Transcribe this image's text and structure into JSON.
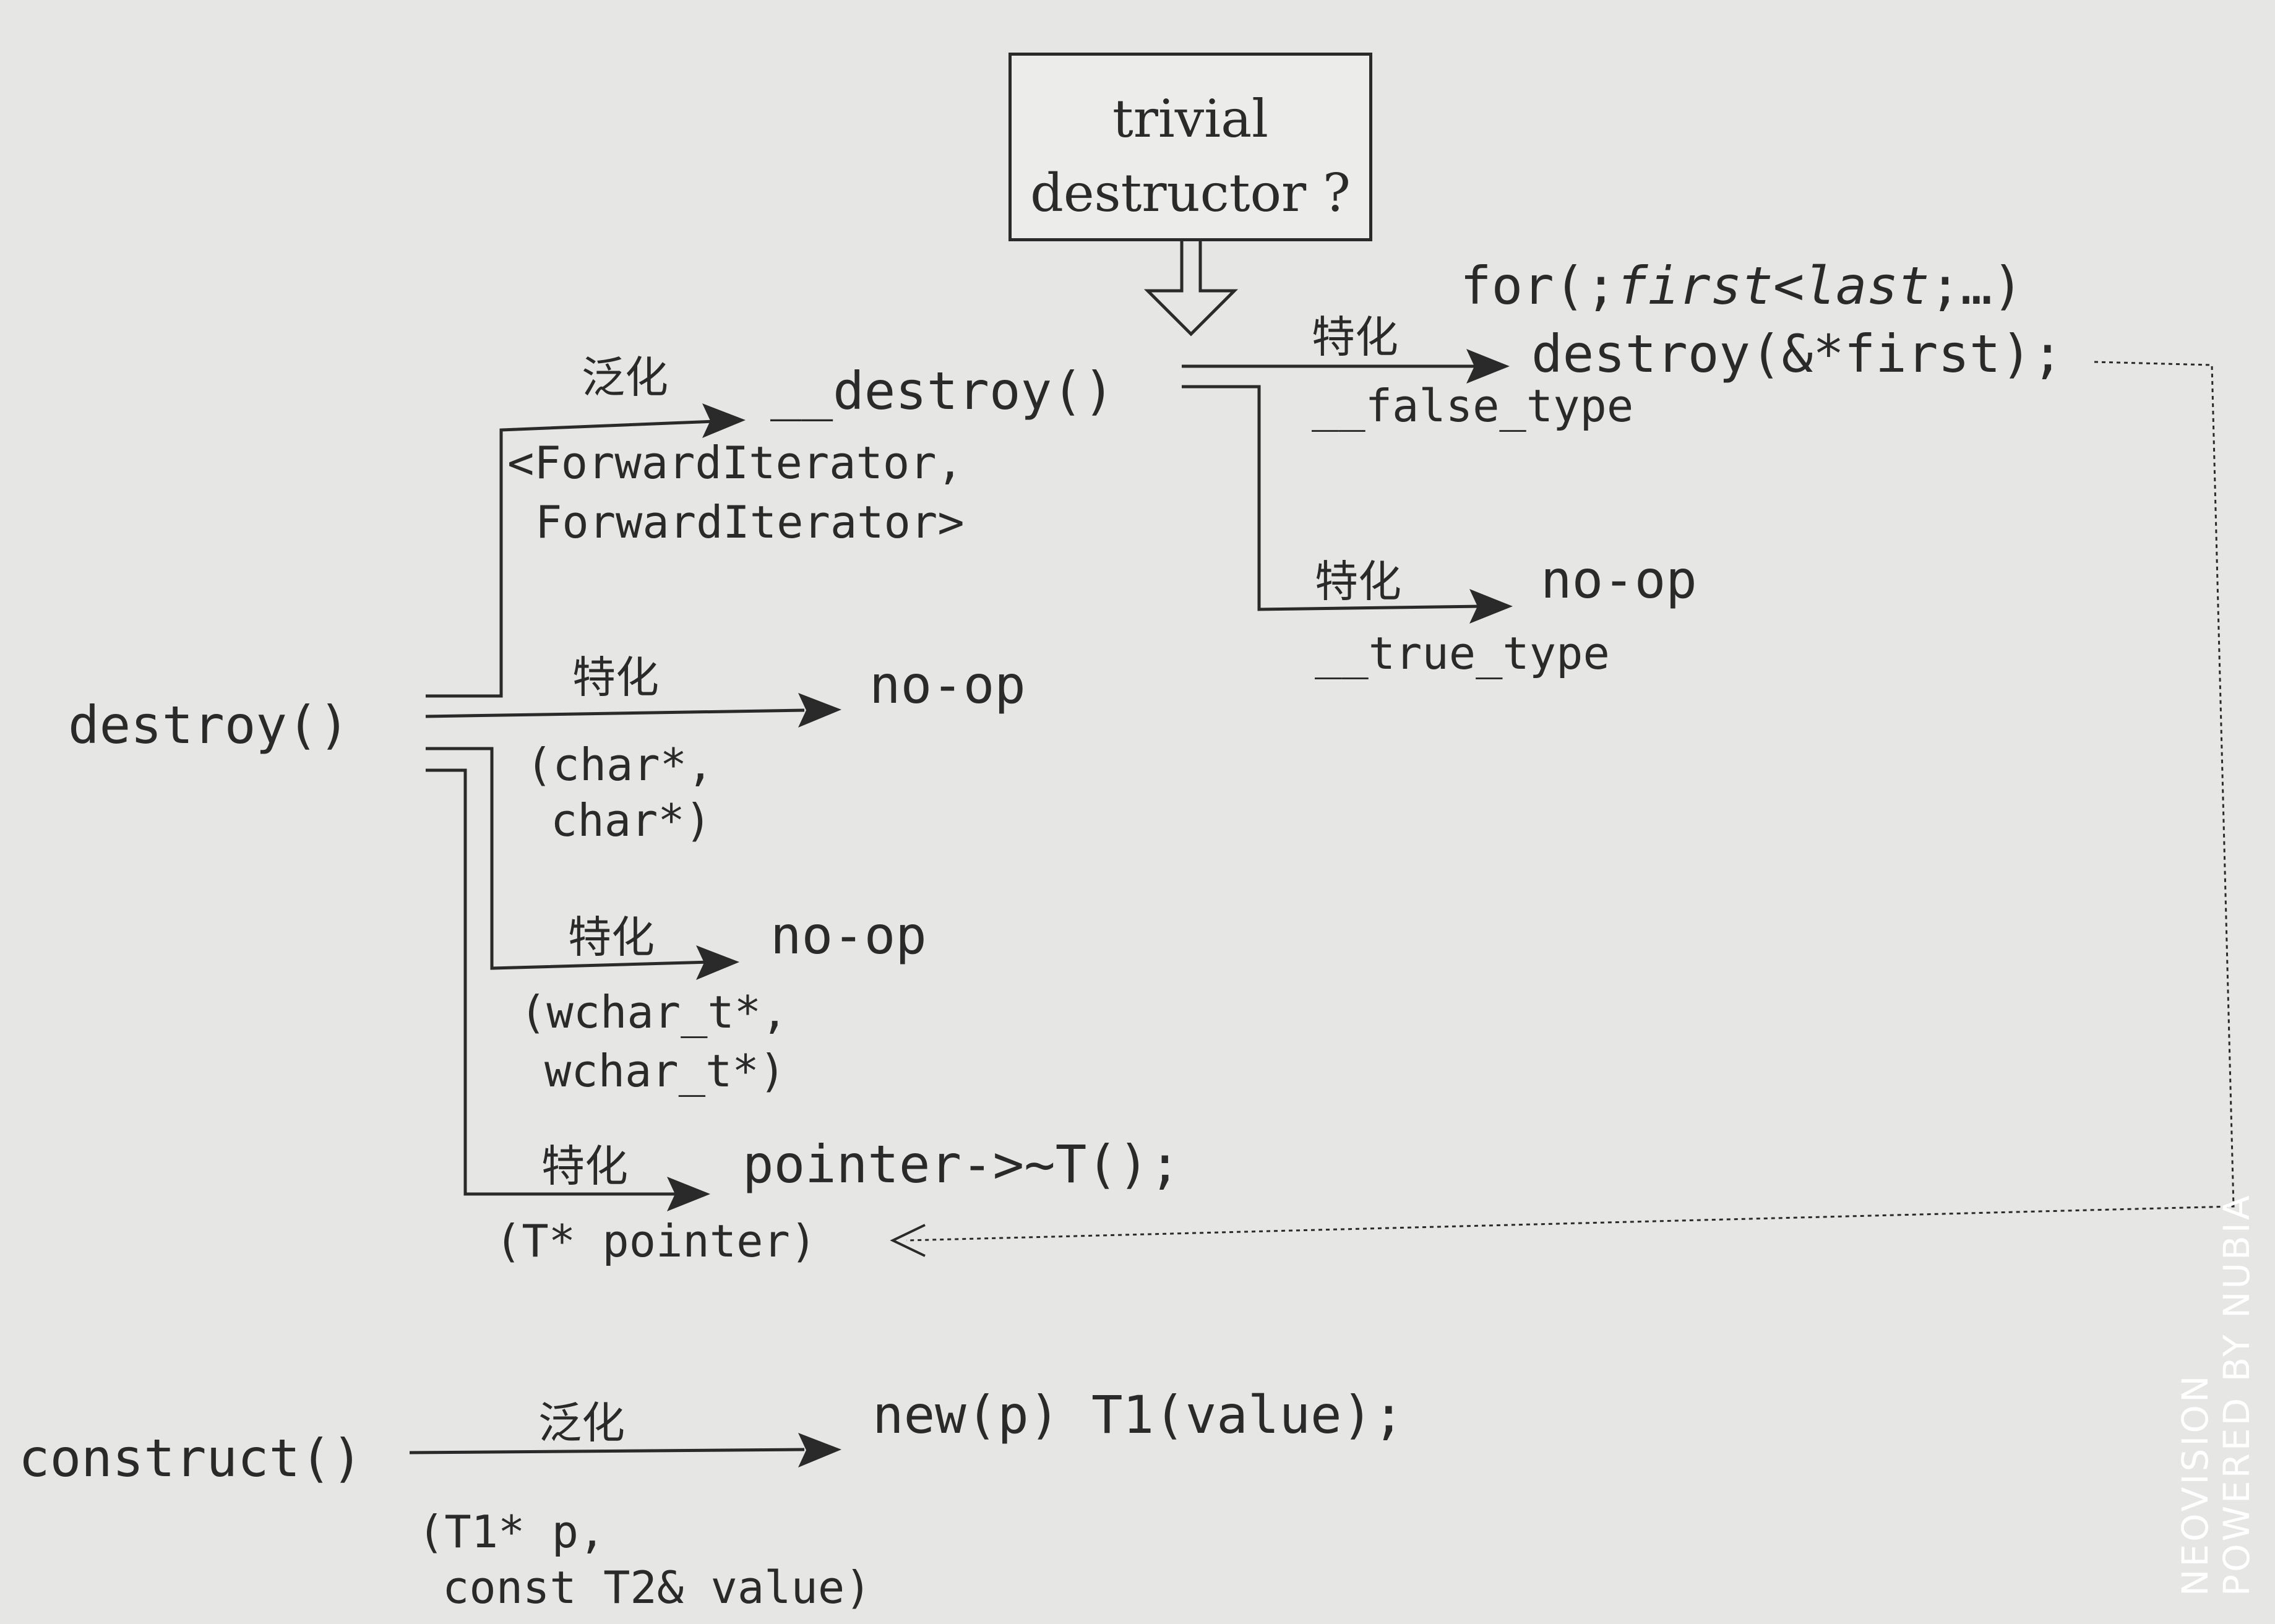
{
  "box": {
    "line1": "trivial",
    "line2": "destructor ?"
  },
  "destroy": {
    "label": "destroy()",
    "generic": {
      "tag": "泛化",
      "func": "__destroy()",
      "params1": "<ForwardIterator,",
      "params2": "ForwardIterator>",
      "false_branch": {
        "tag": "特化",
        "type": "__false_type",
        "code_for_pre": "for(;",
        "code_for_italic": "first<last",
        "code_for_post": ";…)",
        "code_call": "destroy(&*first);"
      },
      "true_branch": {
        "tag": "特化",
        "type": "__true_type",
        "result": "no-op"
      }
    },
    "char_spec": {
      "tag": "特化",
      "result": "no-op",
      "params1": "(char*,",
      "params2": "char*)"
    },
    "wchar_spec": {
      "tag": "特化",
      "result": "no-op",
      "params1": "(wchar_t*,",
      "params2": "wchar_t*)"
    },
    "pointer_spec": {
      "tag": "特化",
      "result": "pointer->~T();",
      "params": "(T* pointer)"
    }
  },
  "construct": {
    "label": "construct()",
    "tag": "泛化",
    "result": "new(p) T1(value);",
    "params1": "(T1* p,",
    "params2": "const T2& value)"
  },
  "watermark": {
    "line1": "NEOVISION",
    "line2": "POWERED BY NUBIA"
  }
}
